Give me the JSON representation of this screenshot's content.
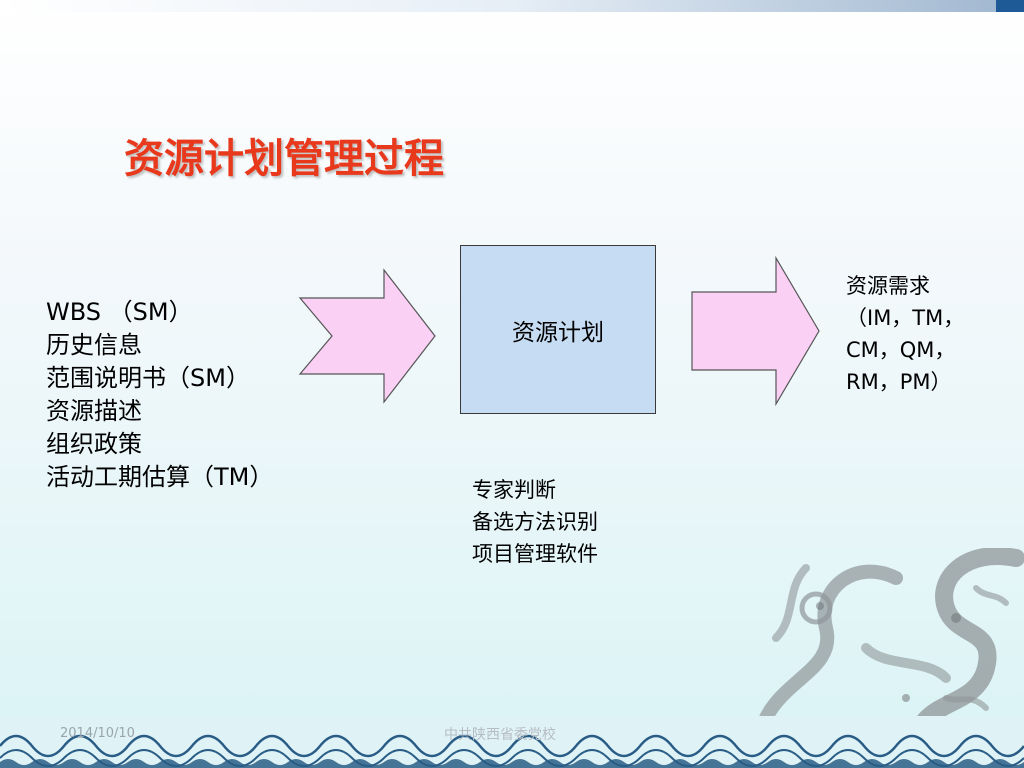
{
  "slide": {
    "title": "资源计划管理过程",
    "inputs": [
      "WBS （SM）",
      "历史信息",
      "范围说明书（SM）",
      "资源描述",
      "组织政策",
      "活动工期估算（TM）"
    ],
    "process": "资源计划",
    "tools": [
      "专家判断",
      "备选方法识别",
      "项目管理软件"
    ],
    "outputs": [
      "资源需求",
      "（IM，TM，",
      "CM，QM，",
      "RM，PM）"
    ]
  },
  "footer": {
    "date": "2014/10/10",
    "org": "中共陕西省委党校"
  },
  "colors": {
    "title": "#e8391c",
    "arrow_fill": "#fbd0f5",
    "process_fill": "#c6dcf2"
  }
}
